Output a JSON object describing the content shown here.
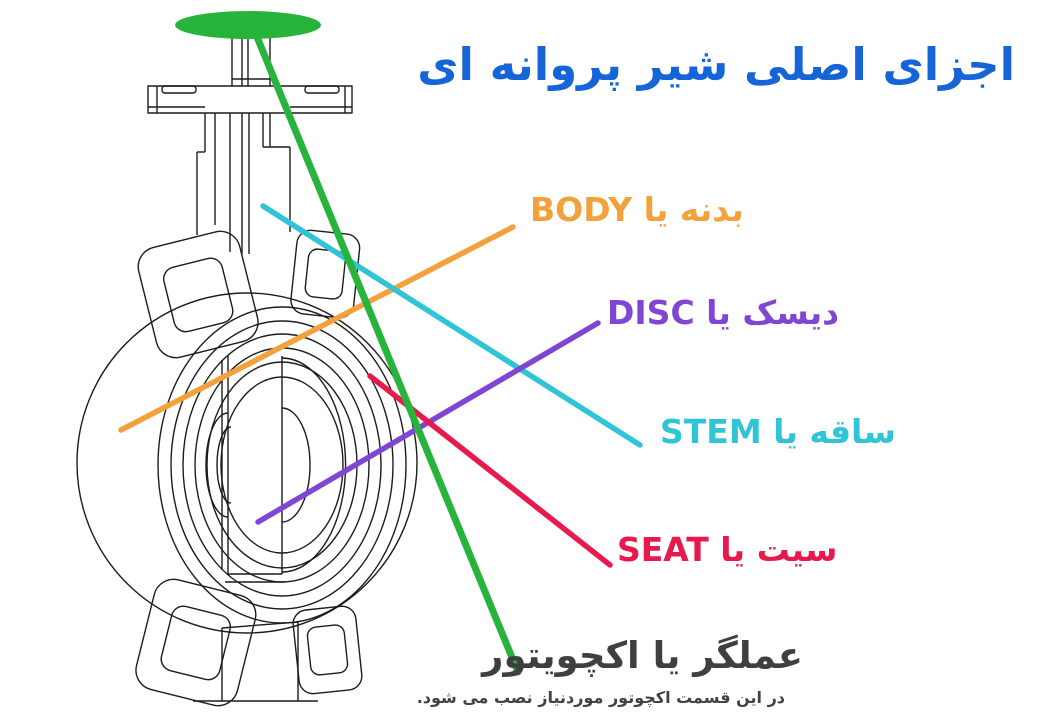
{
  "title": {
    "text": "اجزای اصلی شیر پروانه ای",
    "color": "#1565d8"
  },
  "labels": {
    "body": {
      "text": "بدنه یا BODY",
      "color": "#f2a13c"
    },
    "disc": {
      "text": "دیسک یا DISC",
      "color": "#7f46d4"
    },
    "stem": {
      "text": "ساقه یا STEM",
      "color": "#2fc4d6"
    },
    "seat": {
      "text": "سیت یا SEAT",
      "color": "#e8194d"
    },
    "actuator": {
      "text": "عملگر یا اکچویتور",
      "color": "#3f3f3f",
      "note": "در این قسمت اکچوتور موردنیاز نصب می شود.",
      "note_color": "#424242"
    }
  },
  "diagram": {
    "name": "butterfly-valve-line-drawing",
    "marker_color": "#28b43c",
    "sketch_color": "#1c1c1c"
  }
}
